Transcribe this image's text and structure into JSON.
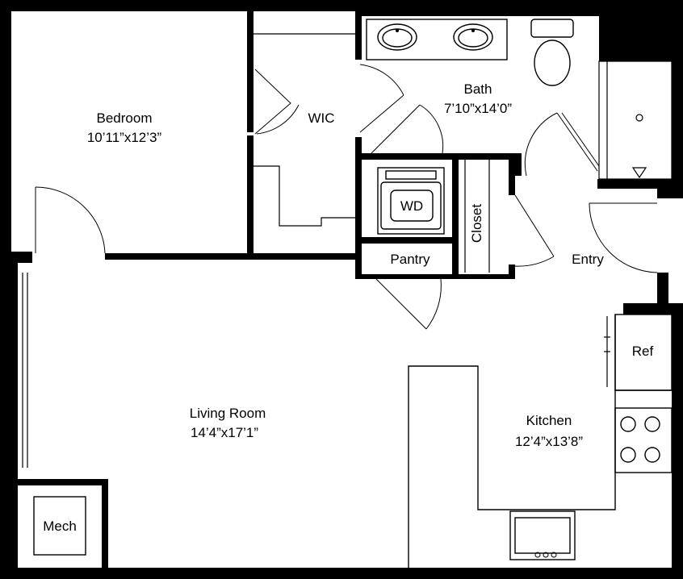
{
  "rooms": {
    "bedroom": {
      "name": "Bedroom",
      "dims": "10’11”x12’3”"
    },
    "wic": {
      "name": "WIC"
    },
    "bath": {
      "name": "Bath",
      "dims": "7’10”x14’0”"
    },
    "wd": {
      "name": "WD"
    },
    "closet": {
      "name": "Closet"
    },
    "pantry": {
      "name": "Pantry"
    },
    "entry": {
      "name": "Entry"
    },
    "ref": {
      "name": "Ref"
    },
    "kitchen": {
      "name": "Kitchen",
      "dims": "12’4”x13’8”"
    },
    "living_room": {
      "name": "Living Room",
      "dims": "14’4”x17’1”"
    },
    "mech": {
      "name": "Mech"
    }
  }
}
